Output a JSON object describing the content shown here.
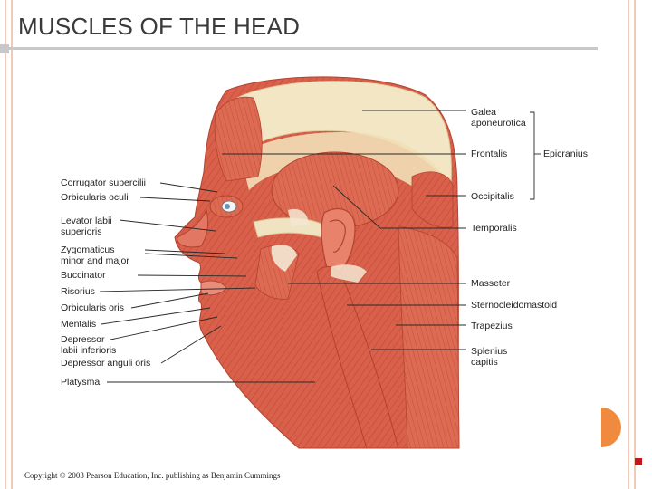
{
  "title": "MUSCLES OF THE HEAD",
  "copyright": "Copyright © 2003 Pearson Education, Inc. publishing as Benjamin Cummings",
  "colors": {
    "accent_orange": "#f08a3e",
    "accent_red": "#c4161c",
    "muscle_red": "#d9604a",
    "galea_cream": "#f3e6c4",
    "frame_peach": "#f2c9b8"
  },
  "labels_left": {
    "corrugator": "Corrugator supercilii",
    "orbicularis_oculi": "Orbicularis oculi",
    "levator": "Levator labii\nsuperioris",
    "zygomaticus": "Zygomaticus\nminor and major",
    "buccinator": "Buccinator",
    "risorius": "Risorius",
    "orbicularis_oris": "Orbicularis oris",
    "mentalis": "Mentalis",
    "depressor_labii": "Depressor\nlabii inferioris",
    "depressor_anguli": "Depressor anguli oris",
    "platysma": "Platysma"
  },
  "labels_right": {
    "galea": "Galea\naponeurotica",
    "frontalis": "Frontalis",
    "epicranius": "Epicranius",
    "occipitalis": "Occipitalis",
    "temporalis": "Temporalis",
    "masseter": "Masseter",
    "sternocleidomastoid": "Sternocleidomastoid",
    "trapezius": "Trapezius",
    "splenius": "Splenius\ncapitis"
  }
}
